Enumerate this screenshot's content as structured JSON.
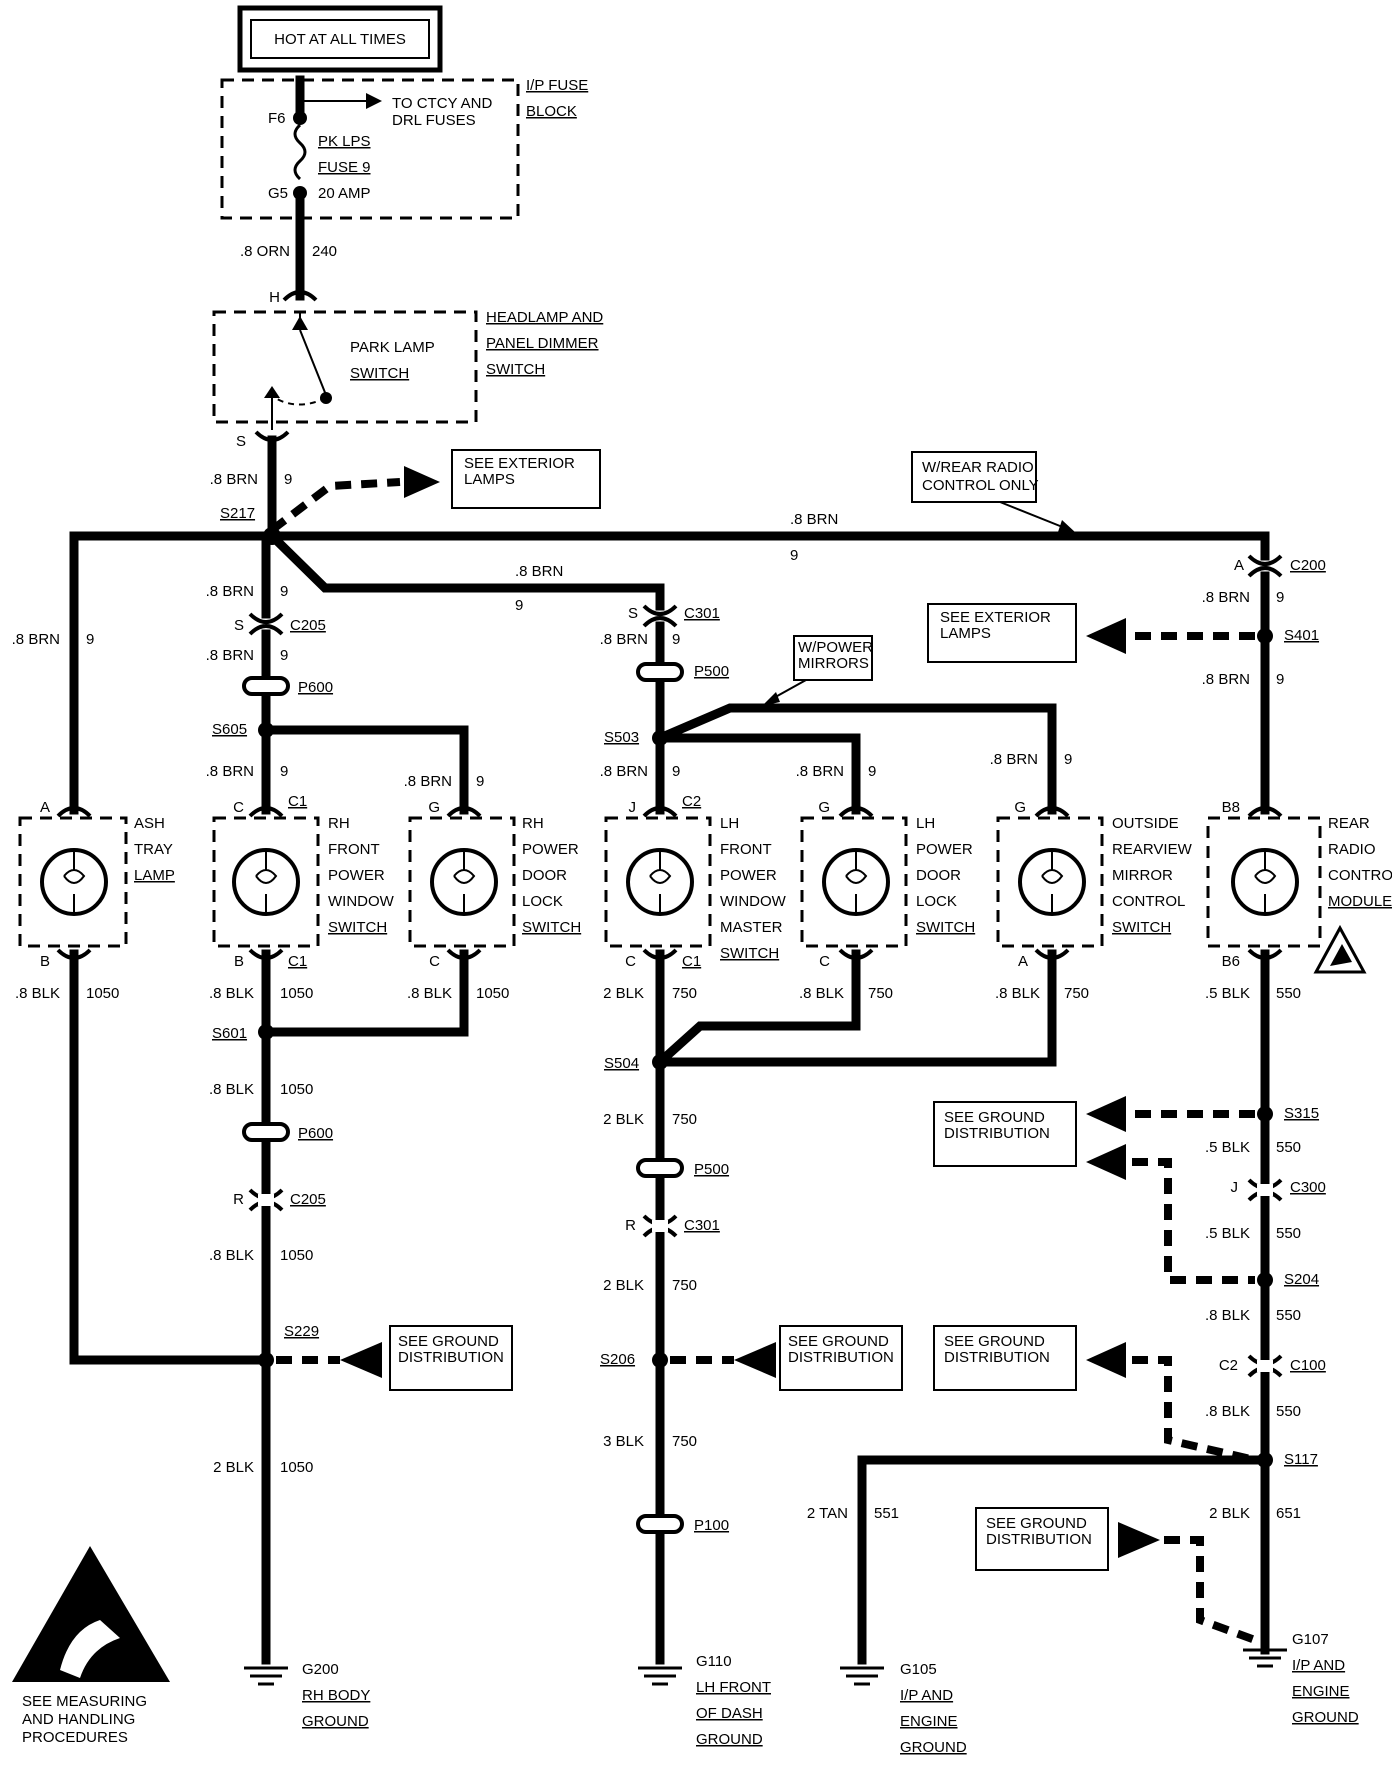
{
  "hot_label": "HOT AT ALL TIMES",
  "fuse_block": {
    "title1": "I/P FUSE",
    "title2": "BLOCK",
    "f6": "F6",
    "g5": "G5",
    "to1": "TO CTCY AND",
    "to2": "DRL FUSES",
    "fuse1": "PK LPS",
    "fuse2": "FUSE 9",
    "fuse3": "20 AMP"
  },
  "wire_240": {
    "size": ".8 ORN",
    "num": "240"
  },
  "switch": {
    "name1": "PARK LAMP",
    "name2": "SWITCH",
    "title1": "HEADLAMP AND",
    "title2": "PANEL DIMMER",
    "title3": "SWITCH",
    "pin_in": "H",
    "pin_out": "S"
  },
  "wire9_top": {
    "size": ".8 BRN",
    "num": "9"
  },
  "refs": {
    "ext1_a": "SEE EXTERIOR",
    "ext1_b": "LAMPS",
    "ext2_a": "SEE EXTERIOR",
    "ext2_b": "LAMPS",
    "rear_radio_a": "W/REAR RADIO",
    "rear_radio_b": "CONTROL ONLY",
    "power_mirrors_a": "W/POWER",
    "power_mirrors_b": "MIRRORS",
    "gd_a": "SEE GROUND",
    "gd_b": "DISTRIBUTION"
  },
  "splices": {
    "s217": "S217",
    "s605": "S605",
    "s601": "S601",
    "s229": "S229",
    "s503": "S503",
    "s504": "S504",
    "s206": "S206",
    "s401": "S401",
    "s315": "S315",
    "s204": "S204",
    "s117": "S117"
  },
  "connectors": {
    "c205": "C205",
    "c301": "C301",
    "c200": "C200",
    "c300": "C300",
    "c100": "C100",
    "p600": "P600",
    "p500": "P500",
    "p100": "P100"
  },
  "wires": {
    "brn8": ".8 BRN",
    "n9": "9",
    "blk8": ".8 BLK",
    "n1050": "1050",
    "blk2": "2 BLK",
    "n750": "750",
    "blk3": "3 BLK",
    "blk5": ".5 BLK",
    "n550": "550",
    "tan2": "2 TAN",
    "n551": "551",
    "n651": "651"
  },
  "pins": {
    "A": "A",
    "B": "B",
    "C": "C",
    "G": "G",
    "J": "J",
    "S": "S",
    "R": "R",
    "C1": "C1",
    "C2": "C2",
    "B8": "B8",
    "B6": "B6"
  },
  "components": {
    "ash": [
      "ASH",
      "TRAY",
      "LAMP"
    ],
    "rh_window": [
      "RH",
      "FRONT",
      "POWER",
      "WINDOW",
      "SWITCH"
    ],
    "rh_lock": [
      "RH",
      "POWER",
      "DOOR",
      "LOCK",
      "SWITCH"
    ],
    "lh_window": [
      "LH",
      "FRONT",
      "POWER",
      "WINDOW",
      "MASTER",
      "SWITCH"
    ],
    "lh_lock": [
      "LH",
      "POWER",
      "DOOR",
      "LOCK",
      "SWITCH"
    ],
    "mirror": [
      "OUTSIDE",
      "REARVIEW",
      "MIRROR",
      "CONTROL",
      "SWITCH"
    ],
    "radio": [
      "REAR",
      "RADIO",
      "CONTROL",
      "MODULE"
    ]
  },
  "grounds": {
    "g200": [
      "G200",
      "RH BODY",
      "GROUND"
    ],
    "g110": [
      "G110",
      "LH FRONT",
      "OF DASH",
      "GROUND"
    ],
    "g105": [
      "G105",
      "I/P AND",
      "ENGINE",
      "GROUND"
    ],
    "g107": [
      "G107",
      "I/P AND",
      "ENGINE",
      "GROUND"
    ]
  },
  "esd_note": [
    "SEE MEASURING",
    "AND HANDLING",
    "PROCEDURES"
  ]
}
